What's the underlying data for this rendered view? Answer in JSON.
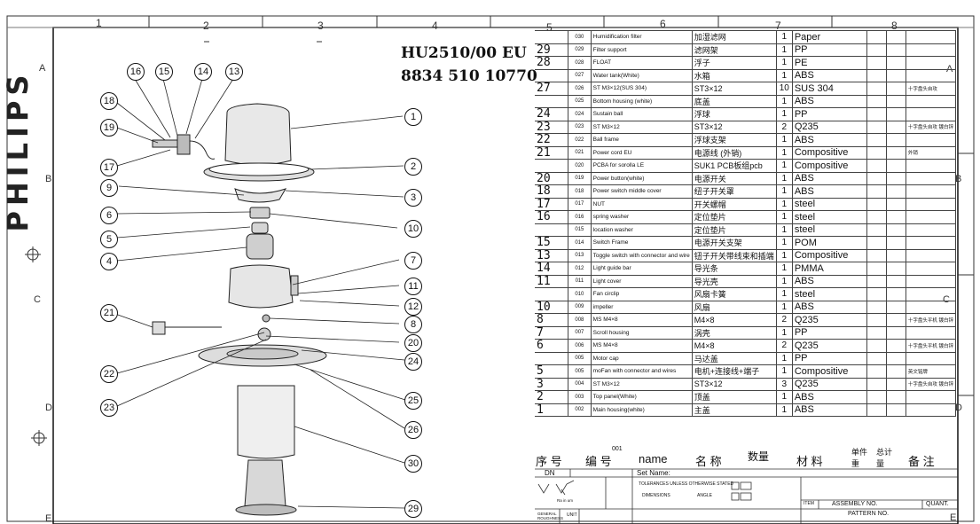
{
  "brand": "PHILIPS",
  "model_line1": "HU2510/00 EU",
  "model_line2": "8834 510 10770",
  "grid_numbers": [
    "1",
    "2",
    "3",
    "4",
    "5",
    "6",
    "7",
    "8"
  ],
  "grid_letters": [
    "A",
    "B",
    "C",
    "D",
    "E"
  ],
  "callouts": [
    "1",
    "2",
    "3",
    "4",
    "5",
    "6",
    "7",
    "8",
    "9",
    "10",
    "11",
    "12",
    "13",
    "14",
    "15",
    "16",
    "17",
    "18",
    "19",
    "20",
    "21",
    "22",
    "23",
    "24",
    "25",
    "26",
    "29",
    "30"
  ],
  "bom": [
    {
      "pos": "",
      "code": "030",
      "en": "Humidification filter",
      "cn": "加湿滤网",
      "qty": "1",
      "mat": "Paper",
      "rem": ""
    },
    {
      "pos": "29",
      "code": "029",
      "en": "Filter support",
      "cn": "滤网架",
      "qty": "1",
      "mat": "PP",
      "rem": ""
    },
    {
      "pos": "28",
      "code": "028",
      "en": "FLOAT",
      "cn": "浮子",
      "qty": "1",
      "mat": "PE",
      "rem": ""
    },
    {
      "pos": "",
      "code": "027",
      "en": "Water tank(White)",
      "cn": "水箱",
      "qty": "1",
      "mat": "ABS",
      "rem": ""
    },
    {
      "pos": "27",
      "code": "026",
      "en": "ST M3×12(SUS 304)",
      "cn": "ST3×12",
      "qty": "10",
      "mat": "SUS 304",
      "rem": "十字盘头自攻"
    },
    {
      "pos": "",
      "code": "025",
      "en": "Bottom housing (white)",
      "cn": "底盖",
      "qty": "1",
      "mat": "ABS",
      "rem": ""
    },
    {
      "pos": "24",
      "code": "024",
      "en": "Sustain ball",
      "cn": "浮球",
      "qty": "1",
      "mat": "PP",
      "rem": ""
    },
    {
      "pos": "23",
      "code": "023",
      "en": "ST M3×12",
      "cn": "ST3×12",
      "qty": "2",
      "mat": "Q235",
      "rem": "十字盘头自攻 镀白锌"
    },
    {
      "pos": "22",
      "code": "022",
      "en": "Ball frame",
      "cn": "浮球支架",
      "qty": "1",
      "mat": "ABS",
      "rem": ""
    },
    {
      "pos": "21",
      "code": "021",
      "en": "Power cord EU",
      "cn": "电源线 (外销)",
      "qty": "1",
      "mat": "Compositive",
      "rem": "外销"
    },
    {
      "pos": "",
      "code": "020",
      "en": "PCBA for sorolla LE",
      "cn": "SUK1 PCB板组pcb",
      "qty": "1",
      "mat": "Compositive",
      "rem": ""
    },
    {
      "pos": "20",
      "code": "019",
      "en": "Power button(white)",
      "cn": "电源开关",
      "qty": "1",
      "mat": "ABS",
      "rem": ""
    },
    {
      "pos": "18",
      "code": "018",
      "en": "Power switch middle cover",
      "cn": "纽子开关罩",
      "qty": "1",
      "mat": "ABS",
      "rem": ""
    },
    {
      "pos": "17",
      "code": "017",
      "en": "NUT",
      "cn": "开关螺帽",
      "qty": "1",
      "mat": "steel",
      "rem": ""
    },
    {
      "pos": "16",
      "code": "016",
      "en": "spring washer",
      "cn": "定位垫片",
      "qty": "1",
      "mat": "steel",
      "rem": ""
    },
    {
      "pos": "",
      "code": "015",
      "en": "location washer",
      "cn": "定位垫片",
      "qty": "1",
      "mat": "steel",
      "rem": ""
    },
    {
      "pos": "15",
      "code": "014",
      "en": "Switch Frame",
      "cn": "电源开关支架",
      "qty": "1",
      "mat": "POM",
      "rem": ""
    },
    {
      "pos": "13",
      "code": "013",
      "en": "Toggle switch with connector and wire",
      "cn": "钮子开关带线束和插端",
      "qty": "1",
      "mat": "Compositive",
      "rem": ""
    },
    {
      "pos": "14",
      "code": "012",
      "en": "Light guide bar",
      "cn": "导光条",
      "qty": "1",
      "mat": "PMMA",
      "rem": ""
    },
    {
      "pos": "11",
      "code": "011",
      "en": "Light cover",
      "cn": "导光壳",
      "qty": "1",
      "mat": "ABS",
      "rem": ""
    },
    {
      "pos": "",
      "code": "010",
      "en": "Fan circlip",
      "cn": "风扇卡簧",
      "qty": "1",
      "mat": "steel",
      "rem": ""
    },
    {
      "pos": "10",
      "code": "009",
      "en": "impeller",
      "cn": "风扇",
      "qty": "1",
      "mat": "ABS",
      "rem": ""
    },
    {
      "pos": "8",
      "code": "008",
      "en": "MS M4×8",
      "cn": "M4×8",
      "qty": "2",
      "mat": "Q235",
      "rem": "十字盘头平机 镀白锌"
    },
    {
      "pos": "7",
      "code": "007",
      "en": "Scroll housing",
      "cn": "涡壳",
      "qty": "1",
      "mat": "PP",
      "rem": ""
    },
    {
      "pos": "6",
      "code": "006",
      "en": "MS M4×8",
      "cn": "M4×8",
      "qty": "2",
      "mat": "Q235",
      "rem": "十字盘头平机 镀白锌"
    },
    {
      "pos": "",
      "code": "005",
      "en": "Motor cap",
      "cn": "马达盖",
      "qty": "1",
      "mat": "PP",
      "rem": ""
    },
    {
      "pos": "5",
      "code": "005",
      "en": "moFan with connector and wires",
      "cn": "电机+连接线+端子",
      "qty": "1",
      "mat": "Compositive",
      "rem": "英文铭牌"
    },
    {
      "pos": "3",
      "code": "004",
      "en": "ST M3×12",
      "cn": "ST3×12",
      "qty": "3",
      "mat": "Q235",
      "rem": "十字盘头自攻 镀白锌"
    },
    {
      "pos": "2",
      "code": "003",
      "en": "Top panel(White)",
      "cn": "顶盖",
      "qty": "1",
      "mat": "ABS",
      "rem": ""
    },
    {
      "pos": "1",
      "code": "002",
      "en": "Main housing(white)",
      "cn": "主盖",
      "qty": "1",
      "mat": "ABS",
      "rem": ""
    }
  ],
  "header": {
    "seq": "序 号",
    "code": "编 号",
    "name": "name",
    "cn_name": "名 称",
    "qty": "数量",
    "material": "材 料",
    "unit_weight": "单件重",
    "total_weight": "总计量",
    "remark": "备 注",
    "code_first": "001"
  },
  "title_block": {
    "dn": "DN",
    "set_name": "Set Name:",
    "tolerances": "TOLERANCES UNLESS OTHERWISE STATED",
    "dimensions": "DIMENSIONS",
    "angle": "ANGLE",
    "roughness": "GENERAL ROUGHNESS",
    "unit": "UNIT",
    "item": "ITEM",
    "assembly_no": "ASSEMBLY NO.",
    "quant": "QUANT.",
    "pattern_no": "PATTERN NO.",
    "ra": "Ra in um"
  }
}
